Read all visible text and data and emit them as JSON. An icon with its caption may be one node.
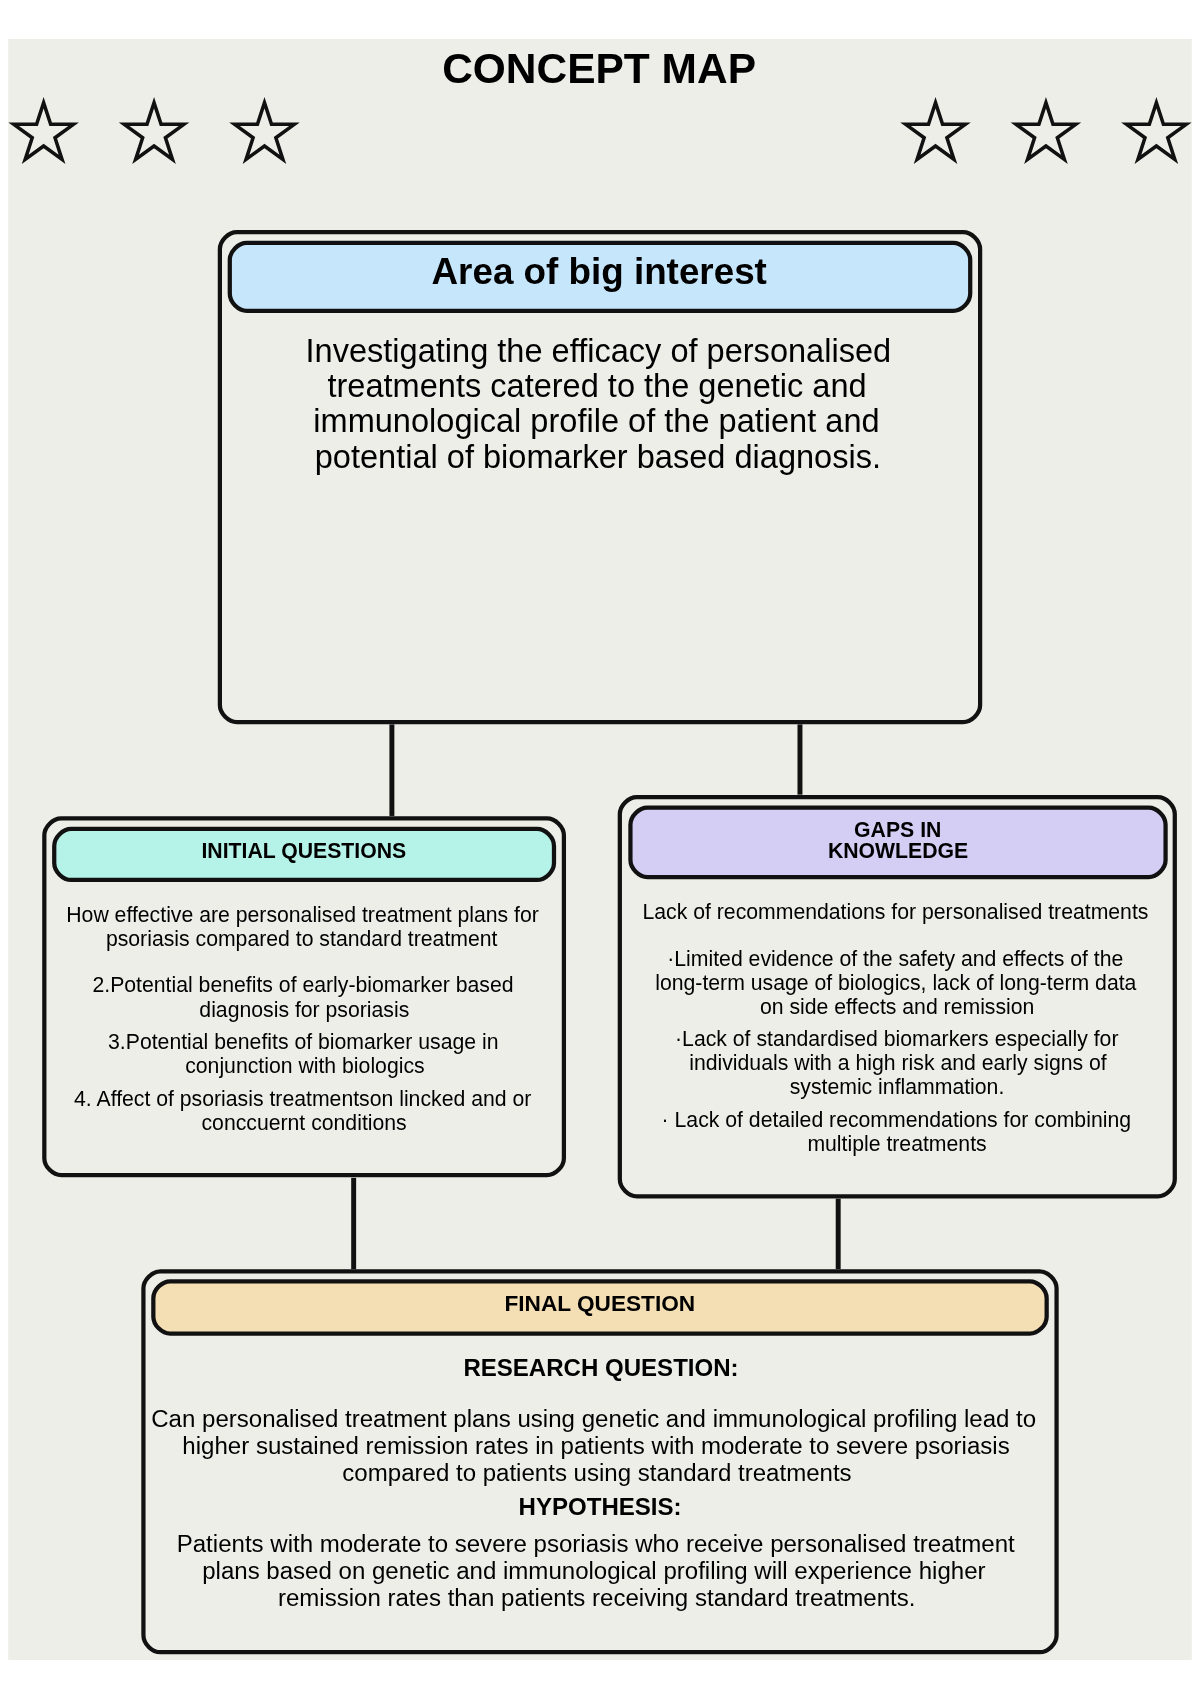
{
  "diagram": {
    "title": "CONCEPT MAP",
    "nodes": [
      {
        "text": [],
        "shape": "star"
      },
      {
        "text": [],
        "shape": "star"
      },
      {
        "text": [],
        "shape": "star"
      },
      {
        "text": [],
        "shape": "star"
      },
      {
        "text": [],
        "shape": "star"
      },
      {
        "text": [],
        "shape": "star"
      },
      {
        "text": [
          "Area of big interest",
          "Investigating the efficacy of personalised treatments catered to the genetic and immunological profile of the patient and potential of biomarker based diagnosis."
        ]
      },
      {
        "text": [
          "INITIAL QUESTIONS",
          "How effective are personalised treatment plans for psoriasis compared to standard treatment",
          "2.Potential benefits of early-biomarker based diagnosis for psoriasis",
          "3.Potential benefits of biomarker usage in conjunction with biologics",
          "4. Affect of psoriasis treatmentson lincked and or conccuernt conditions"
        ]
      },
      {
        "text": [
          "GAPS IN KNOWLEDGE",
          "Lack of recommendations for personalised treatments",
          "·Limited evidence of the safety and effects of the long-term usage of biologics, lack of long-term data on side effects and remission",
          "·Lack of standardised biomarkers especially for individuals with a high risk and early signs of systemic inflammation.",
          "· Lack of detailed recommendations for combining multiple treatments"
        ]
      },
      {
        "text": [
          "FINAL QUESTION",
          "RESEARCH QUESTION:",
          "Can personalised treatment plans using genetic and immunological profiling lead to higher sustained remission rates in patients with moderate to severe psoriasis compared to patients using standard treatments",
          "HYPOTHESIS:",
          "Patients with moderate to severe psoriasis who receive personalised treatment plans based on genetic and immunological profiling will experience higher remission rates than patients receiving standard treatments."
        ]
      }
    ],
    "edges": [
      {
        "from": 6,
        "to": 7,
        "arrow": "none"
      },
      {
        "from": 6,
        "to": 8,
        "arrow": "none"
      },
      {
        "from": 7,
        "to": 9,
        "arrow": "none"
      },
      {
        "from": 8,
        "to": 9,
        "arrow": "none"
      }
    ]
  }
}
